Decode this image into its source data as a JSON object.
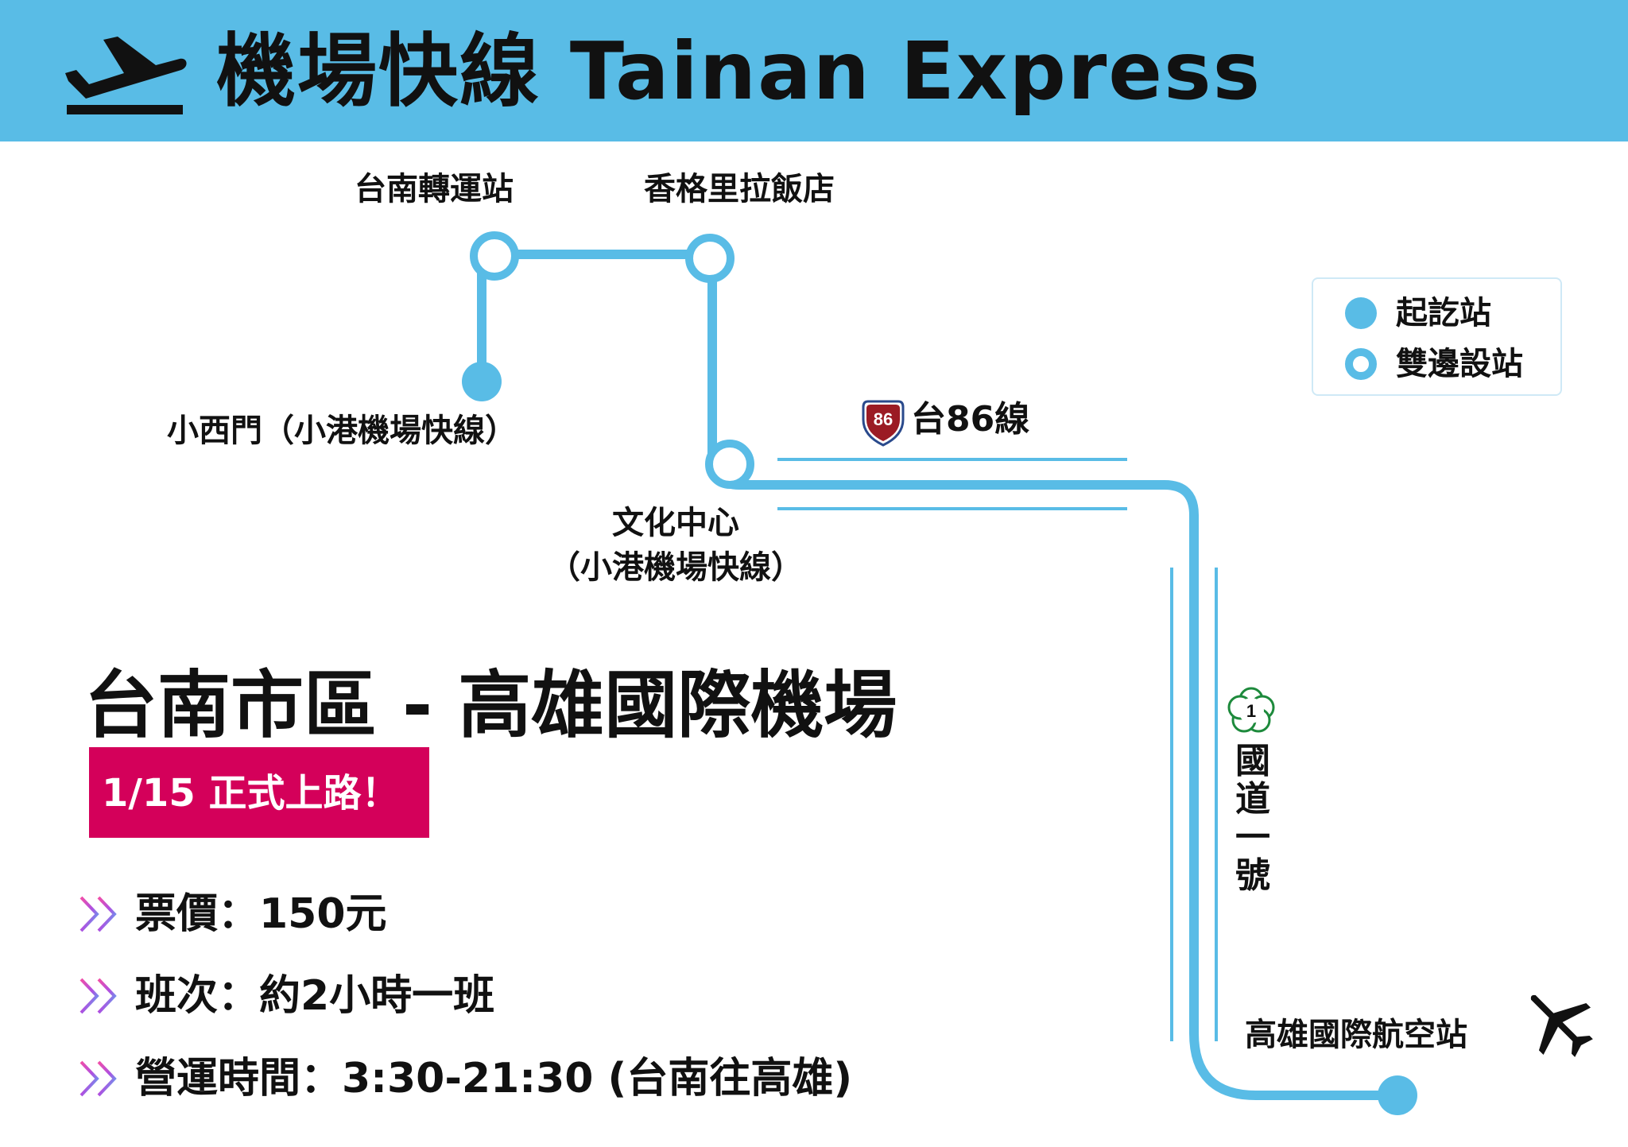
{
  "header": {
    "title": "機場快線 Tainan Express",
    "icon": "airplane-takeoff-icon",
    "background_color": "#59bce6"
  },
  "map": {
    "line_color": "#59bce6",
    "stations": {
      "tainan_transit": "台南轉運站",
      "shangri_la": "香格里拉飯店",
      "xiaoximen": "小西門（小港機場快線）",
      "culture_center_line1": "文化中心",
      "culture_center_line2": "（小港機場快線）",
      "airport": "高雄國際航空站"
    },
    "roads": {
      "route_86_number": "86",
      "route_86_label": "台86線",
      "freeway_1_number": "1",
      "freeway_1_label": "國道一號"
    },
    "airport_icon": "airplane-icon"
  },
  "legend": {
    "terminal_station": "起訖站",
    "bidirectional_station": "雙邊設站"
  },
  "route": {
    "title": "台南市區 - 高雄國際機場",
    "launch": "1/15 正式上路！",
    "launch_color": "#d4005a"
  },
  "info": [
    {
      "text": "票價：150元"
    },
    {
      "text": "班次：約2小時一班"
    },
    {
      "text": "營運時間：3:30-21:30 (台南往高雄)"
    }
  ]
}
